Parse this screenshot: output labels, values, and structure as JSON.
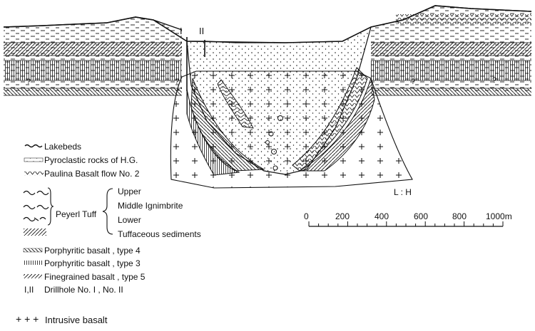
{
  "drillholes": {
    "hole_1": "I",
    "hole_2": "II"
  },
  "unknown_marks": [
    "?",
    "?",
    "?",
    "?"
  ],
  "legend": {
    "lakebeds": "Lakebeds",
    "pyroclastic": "Pyroclastic rocks of H.G.",
    "paulina": "Paulina Basalt flow No. 2",
    "peyerl_tuff": "Peyerl Tuff",
    "tuff_upper": "Upper",
    "tuff_middle": "Middle Ignimbrite",
    "tuff_lower": "Lower",
    "tuff_sediments": "Tuffaceous sediments",
    "porphyritic_4": "Porphyritic basalt , type 4",
    "porphyritic_3": "Porphyritic basalt , type 3",
    "finegrained_5": "Finegrained basalt , type 5",
    "drillhole_symbol": "I,II",
    "drillhole_label": "Drillhole No. I , No. II",
    "intrusive_symbol": "+ + +",
    "intrusive": "Intrusive basalt"
  },
  "scale": {
    "ratio": "L : H",
    "ticks": [
      "0",
      "200",
      "400",
      "600",
      "800",
      "1000m"
    ]
  },
  "colors": {
    "ink": "#111111",
    "paper": "#ffffff"
  }
}
